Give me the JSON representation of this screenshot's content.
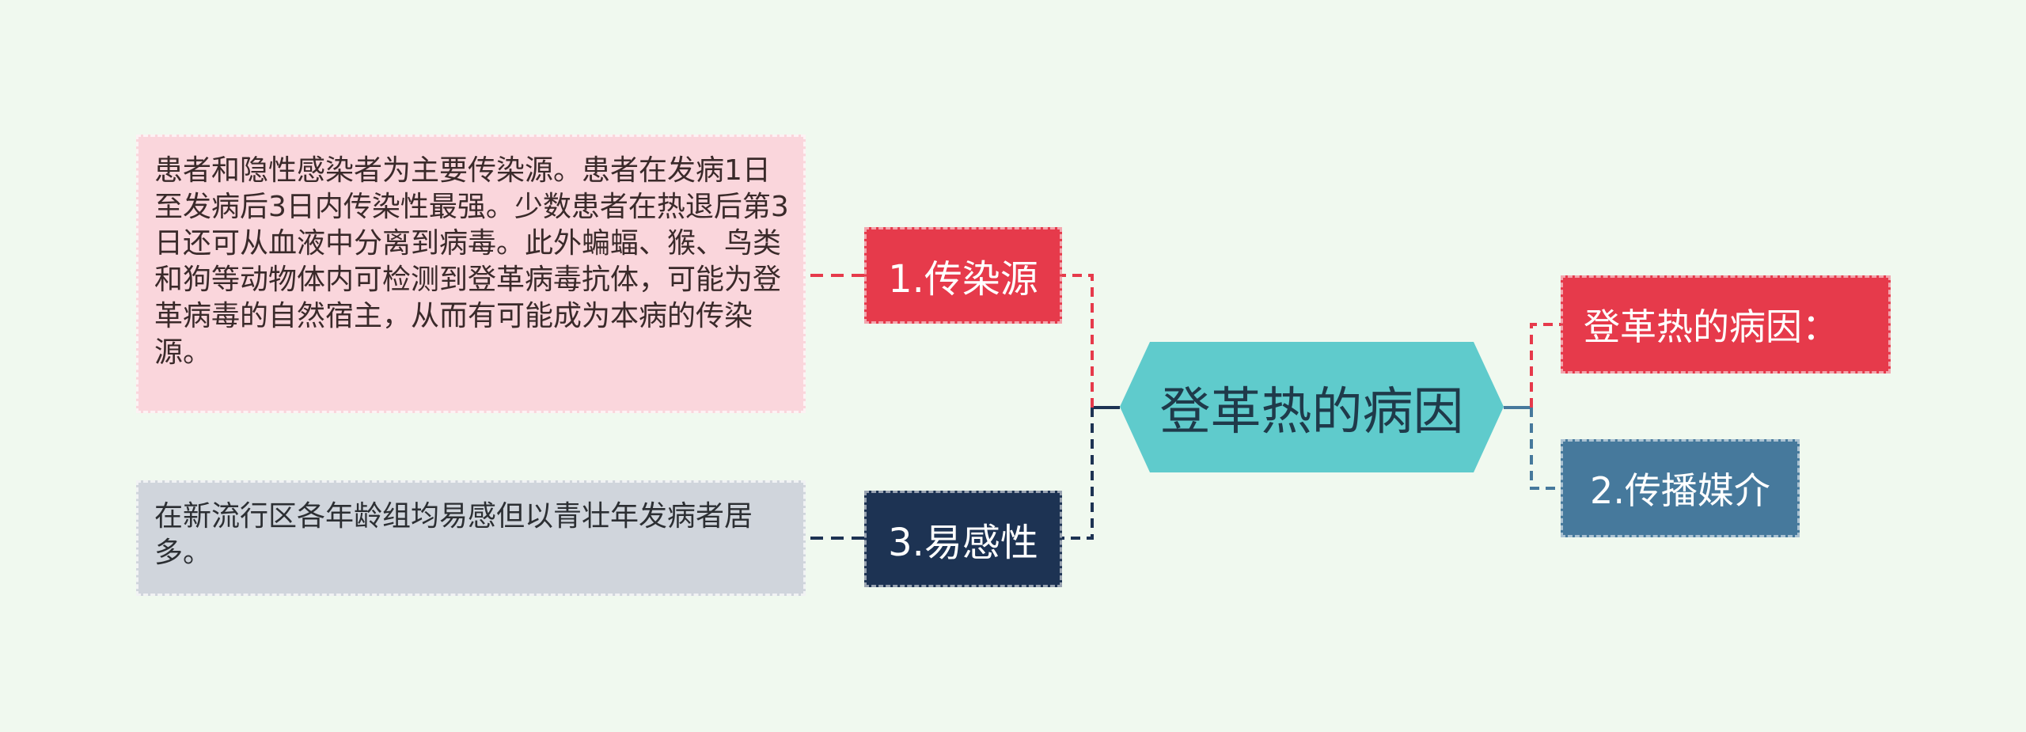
{
  "central_topic": "登革热的病因",
  "branches": {
    "source": {
      "label": "1.传染源",
      "detail": "患者和隐性感染者为主要传染源。患者在发病1日至发病后3日内传染性最强。少数患者在热退后第3日还可从血液中分离到病毒。此外蝙蝠、猴、鸟类和狗等动物体内可检测到登革病毒抗体，可能为登革病毒的自然宿主，从而有可能成为本病的传染源。"
    },
    "susceptibility": {
      "label": "3.易感性",
      "detail": "在新流行区各年龄组均易感但以青壮年发病者居多。"
    },
    "cause": {
      "label": "登革热的病因："
    },
    "vector": {
      "label": "2.传播媒介"
    }
  },
  "colors": {
    "background": "#f0f9ef",
    "center_fill": "#5fcbcc",
    "red": "#e63a4b",
    "navy": "#1d3353",
    "steel": "#46799c",
    "pink_detail": "#fad6dc",
    "gray_detail": "#d0d5dc"
  }
}
